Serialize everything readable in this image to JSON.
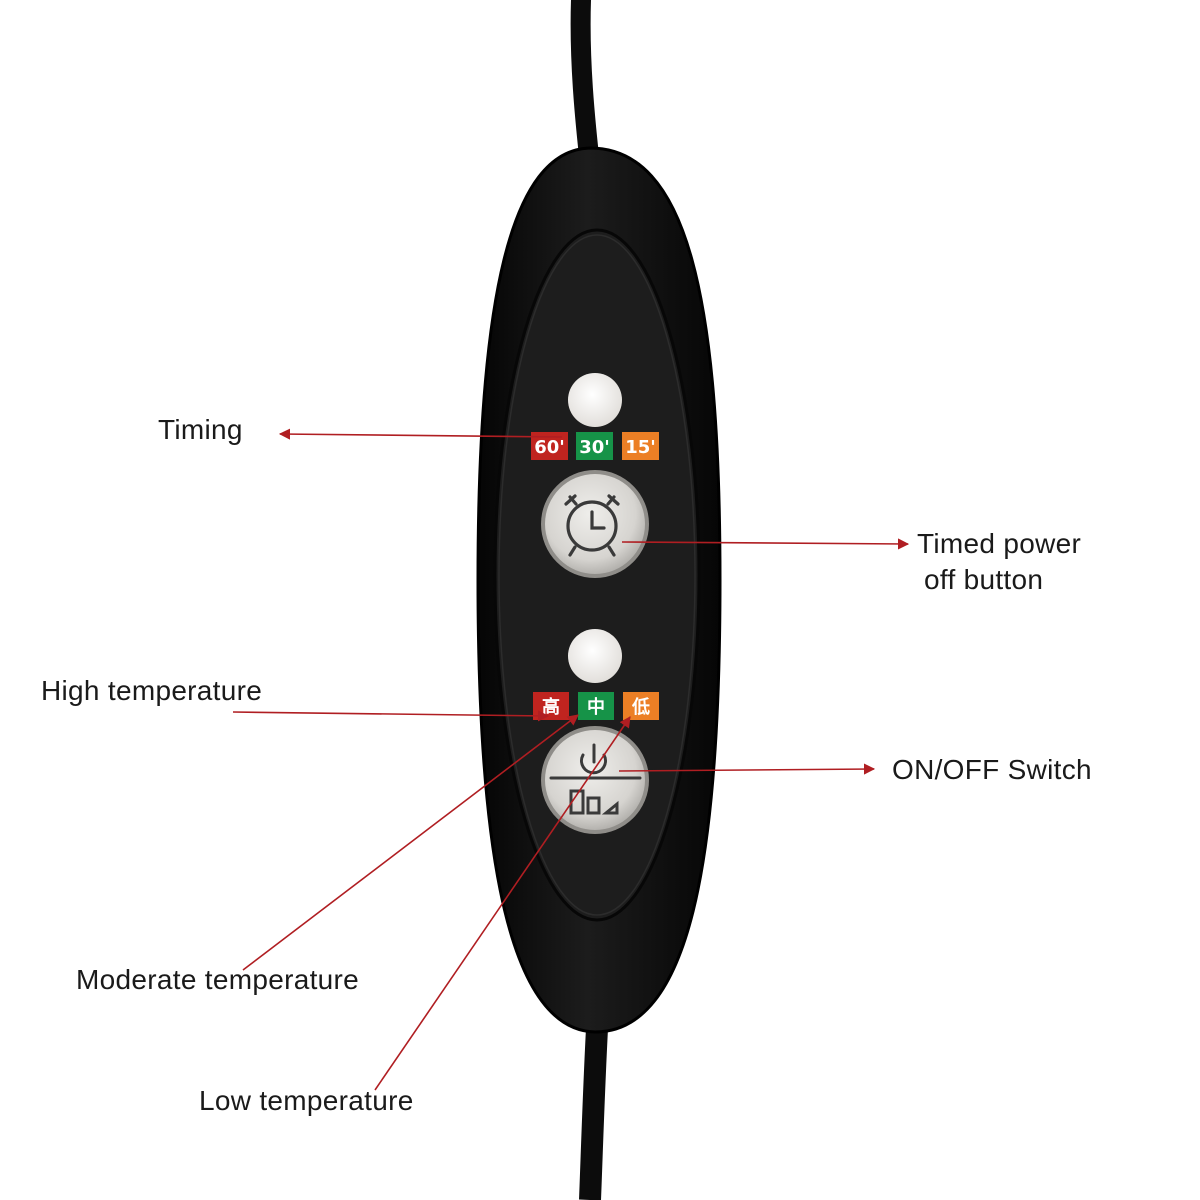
{
  "colors": {
    "background": "#ffffff",
    "device_body": "#111111",
    "device_panel": "#1e1e1e",
    "cable": "#0c0c0c",
    "arrow": "#b01e22",
    "led": "#f3f1ef",
    "button_face": "#d8d6d2",
    "badge_red": "#c0241f",
    "badge_green": "#169348",
    "badge_orange": "#ec7f25"
  },
  "timing_badges": [
    {
      "text": "60'",
      "color": "#c0241f"
    },
    {
      "text": "30'",
      "color": "#169348"
    },
    {
      "text": "15'",
      "color": "#ec7f25"
    }
  ],
  "temperature_badges": [
    {
      "text": "高",
      "color": "#c0241f"
    },
    {
      "text": "中",
      "color": "#169348"
    },
    {
      "text": "低",
      "color": "#ec7f25"
    }
  ],
  "icons": {
    "timer_button": "alarm-clock-icon",
    "power_button": "power-level-icon"
  },
  "labels": {
    "timing": "Timing",
    "timed_power_off_line1": "Timed power",
    "timed_power_off_line2": "off button",
    "high_temperature": "High temperature",
    "on_off_switch": "ON/OFF Switch",
    "moderate_temperature": "Moderate temperature",
    "low_temperature": "Low temperature"
  }
}
